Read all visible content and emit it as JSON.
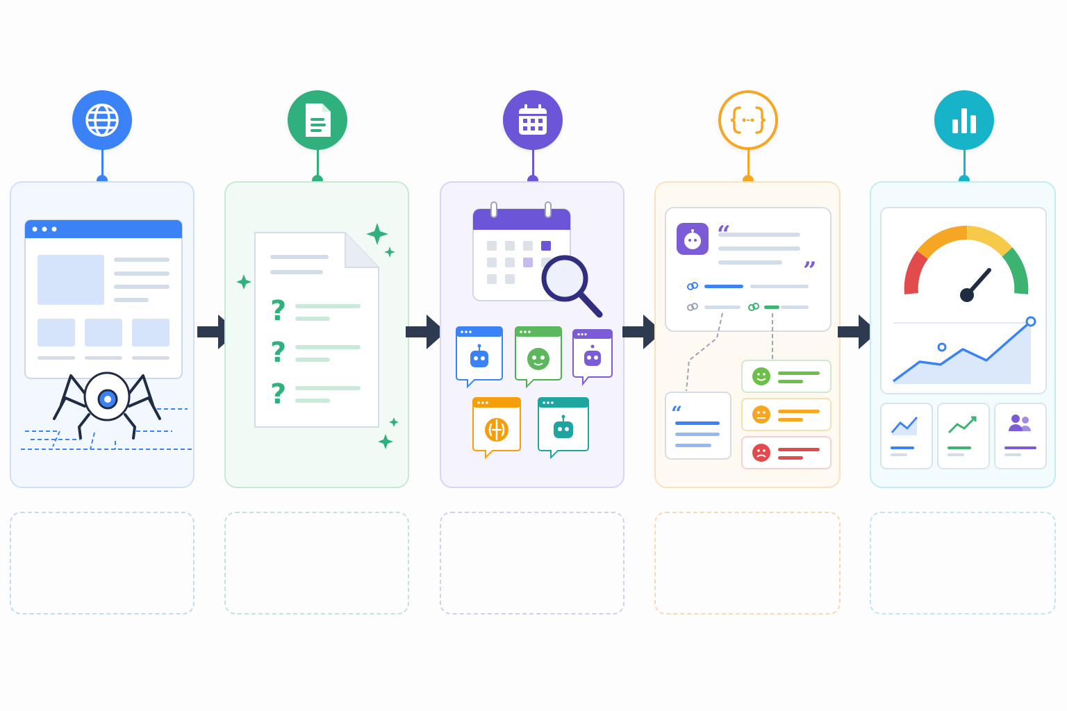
{
  "steps": [
    {
      "icon": "globe-icon",
      "color": "#3b82f6",
      "card_bg": "#f3f7fe",
      "card_border": "#cfdff8",
      "illustration": "web-crawler"
    },
    {
      "icon": "document-icon",
      "color": "#2fb07d",
      "card_bg": "#f2faf5",
      "card_border": "#c8e8d4",
      "illustration": "question-document"
    },
    {
      "icon": "calendar-icon",
      "color": "#6d55d8",
      "card_bg": "#f5f4fd",
      "card_border": "#d9d3f4",
      "illustration": "calendar-search-and-chatbots"
    },
    {
      "icon": "json-braces-icon",
      "color": "#f5a623",
      "card_bg": "#fffaf1",
      "card_border": "#f8e1bd",
      "illustration": "response-citations-sentiment"
    },
    {
      "icon": "bar-chart-icon",
      "color": "#17b3c9",
      "card_bg": "#f2fbfd",
      "card_border": "#c4ebf2",
      "illustration": "analytics-dashboard"
    }
  ],
  "sentiments": [
    "positive",
    "neutral",
    "negative"
  ],
  "colors": {
    "arrow": "#2d3a4f",
    "ink": "#1f2c44"
  }
}
